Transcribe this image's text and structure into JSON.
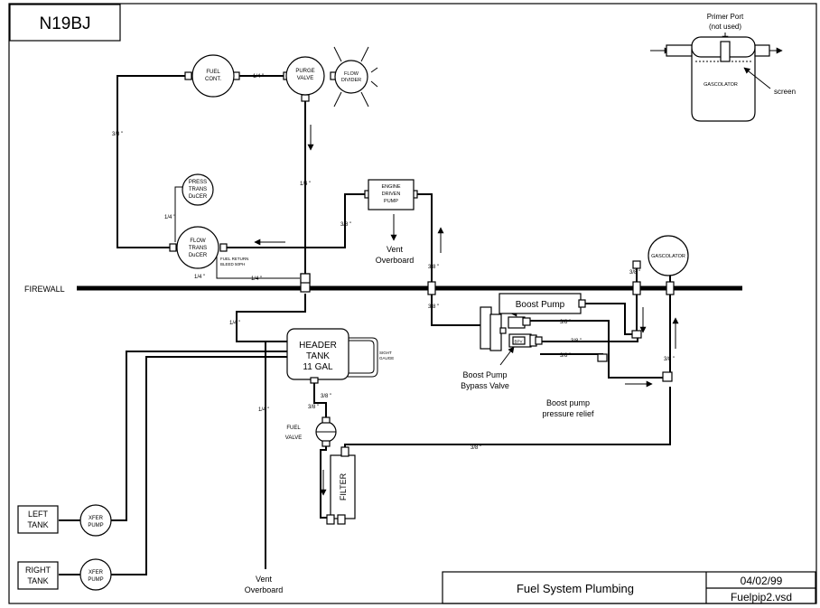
{
  "title_block": {
    "aircraft": "N19BJ",
    "drawing_title": "Fuel System Plumbing",
    "date": "04/02/99",
    "file_name": "Fuelpip2.vsd"
  },
  "components": {
    "fuel_control": [
      "FUEL",
      "CONT."
    ],
    "purge_valve": [
      "PURGE",
      "VALVE"
    ],
    "flow_divider": [
      "FLOW",
      "DIVIDER"
    ],
    "press_transducer": [
      "PRESS",
      "TRANS",
      "DuCER"
    ],
    "flow_transducer": [
      "FLOW",
      "TRANS",
      "DuCER"
    ],
    "fuel_return_bleed": [
      "FUEL RETURN",
      "BLEED 50PH"
    ],
    "engine_driven_pump": [
      "ENGINE",
      "DRIVEN",
      "PUMP"
    ],
    "gascolator_small": "GASCOLATOR",
    "boost_pump": "Boost Pump",
    "boost_pump_bypass_valve": [
      "Boost Pump",
      "Bypass Valve"
    ],
    "boost_pump_pressure_relief": [
      "Boost pump",
      "pressure relief"
    ],
    "bypass_valve_tag": "BPV",
    "header_tank": [
      "HEADER",
      "TANK",
      "11 GAL"
    ],
    "sight_gauge": [
      "SIGHT",
      "GAUGE"
    ],
    "fuel_valve": [
      "FUEL",
      "VALVE"
    ],
    "filter": "FILTER",
    "left_tank": [
      "LEFT",
      "TANK"
    ],
    "right_tank": [
      "RIGHT",
      "TANK"
    ],
    "xfer_pump": [
      "XFER",
      "PUMP"
    ]
  },
  "labels": {
    "firewall": "FIREWALL",
    "vent_overboard": [
      "Vent",
      "Overboard"
    ],
    "primer_port": [
      "Primer Port",
      "(not used)"
    ],
    "gascolator_detail": "GASCOLATOR",
    "screen": "screen"
  },
  "line_sizes": {
    "quarter": "1/4 \"",
    "three_eighths": "3/8 \""
  }
}
